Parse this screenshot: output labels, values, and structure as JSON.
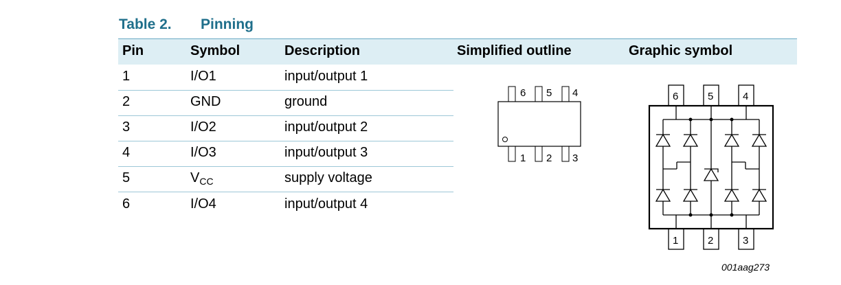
{
  "table": {
    "number": "Table 2.",
    "title": "Pinning",
    "headers": [
      "Pin",
      "Symbol",
      "Description",
      "Simplified outline",
      "Graphic symbol"
    ],
    "rows": [
      {
        "pin": "1",
        "symbol": "I/O1",
        "description": "input/output 1"
      },
      {
        "pin": "2",
        "symbol": "GND",
        "description": "ground"
      },
      {
        "pin": "3",
        "symbol": "I/O2",
        "description": "input/output 2"
      },
      {
        "pin": "4",
        "symbol": "I/O3",
        "description": "input/output 3"
      },
      {
        "pin": "5",
        "symbol_main": "V",
        "symbol_sub": "CC",
        "description": "supply voltage"
      },
      {
        "pin": "6",
        "symbol": "I/O4",
        "description": "input/output 4"
      }
    ]
  },
  "outline": {
    "top_pins": [
      "6",
      "5",
      "4"
    ],
    "bottom_pins": [
      "1",
      "2",
      "3"
    ]
  },
  "graphic": {
    "top_pins": [
      "6",
      "5",
      "4"
    ],
    "bottom_pins": [
      "1",
      "2",
      "3"
    ],
    "code": "001aag273"
  },
  "colors": {
    "title": "#1f6f8b",
    "header_bg": "#ddeef4",
    "rule": "#9cc7d7"
  }
}
